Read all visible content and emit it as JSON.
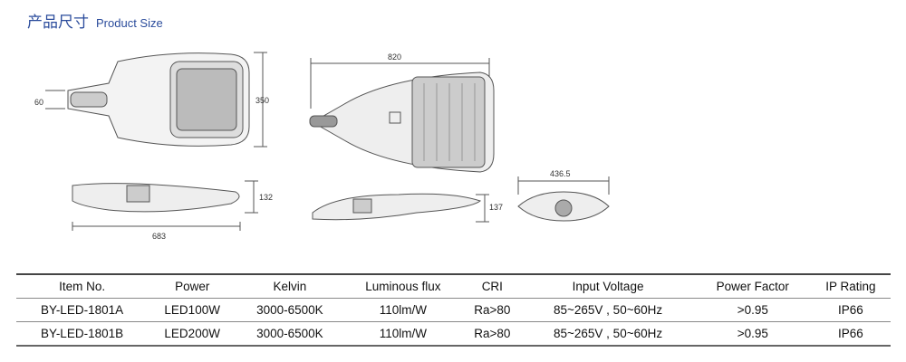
{
  "header": {
    "title_cn": "产品尺寸",
    "title_en": "Product Size"
  },
  "dimensions": {
    "d60": "60",
    "d350": "350",
    "d820": "820",
    "d132": "132",
    "d683": "683",
    "d137": "137",
    "d436": "436.5"
  },
  "table": {
    "columns": [
      "Item No.",
      "Power",
      "Kelvin",
      "Luminous flux",
      "CRI",
      "Input Voltage",
      "Power Factor",
      "IP Rating"
    ],
    "rows": [
      [
        "BY-LED-1801A",
        "LED100W",
        "3000-6500K",
        "110lm/W",
        "Ra>80",
        "85~265V , 50~60Hz",
        ">0.95",
        "IP66"
      ],
      [
        "BY-LED-1801B",
        "LED200W",
        "3000-6500K",
        "110lm/W",
        "Ra>80",
        "85~265V , 50~60Hz",
        ">0.95",
        "IP66"
      ]
    ]
  }
}
